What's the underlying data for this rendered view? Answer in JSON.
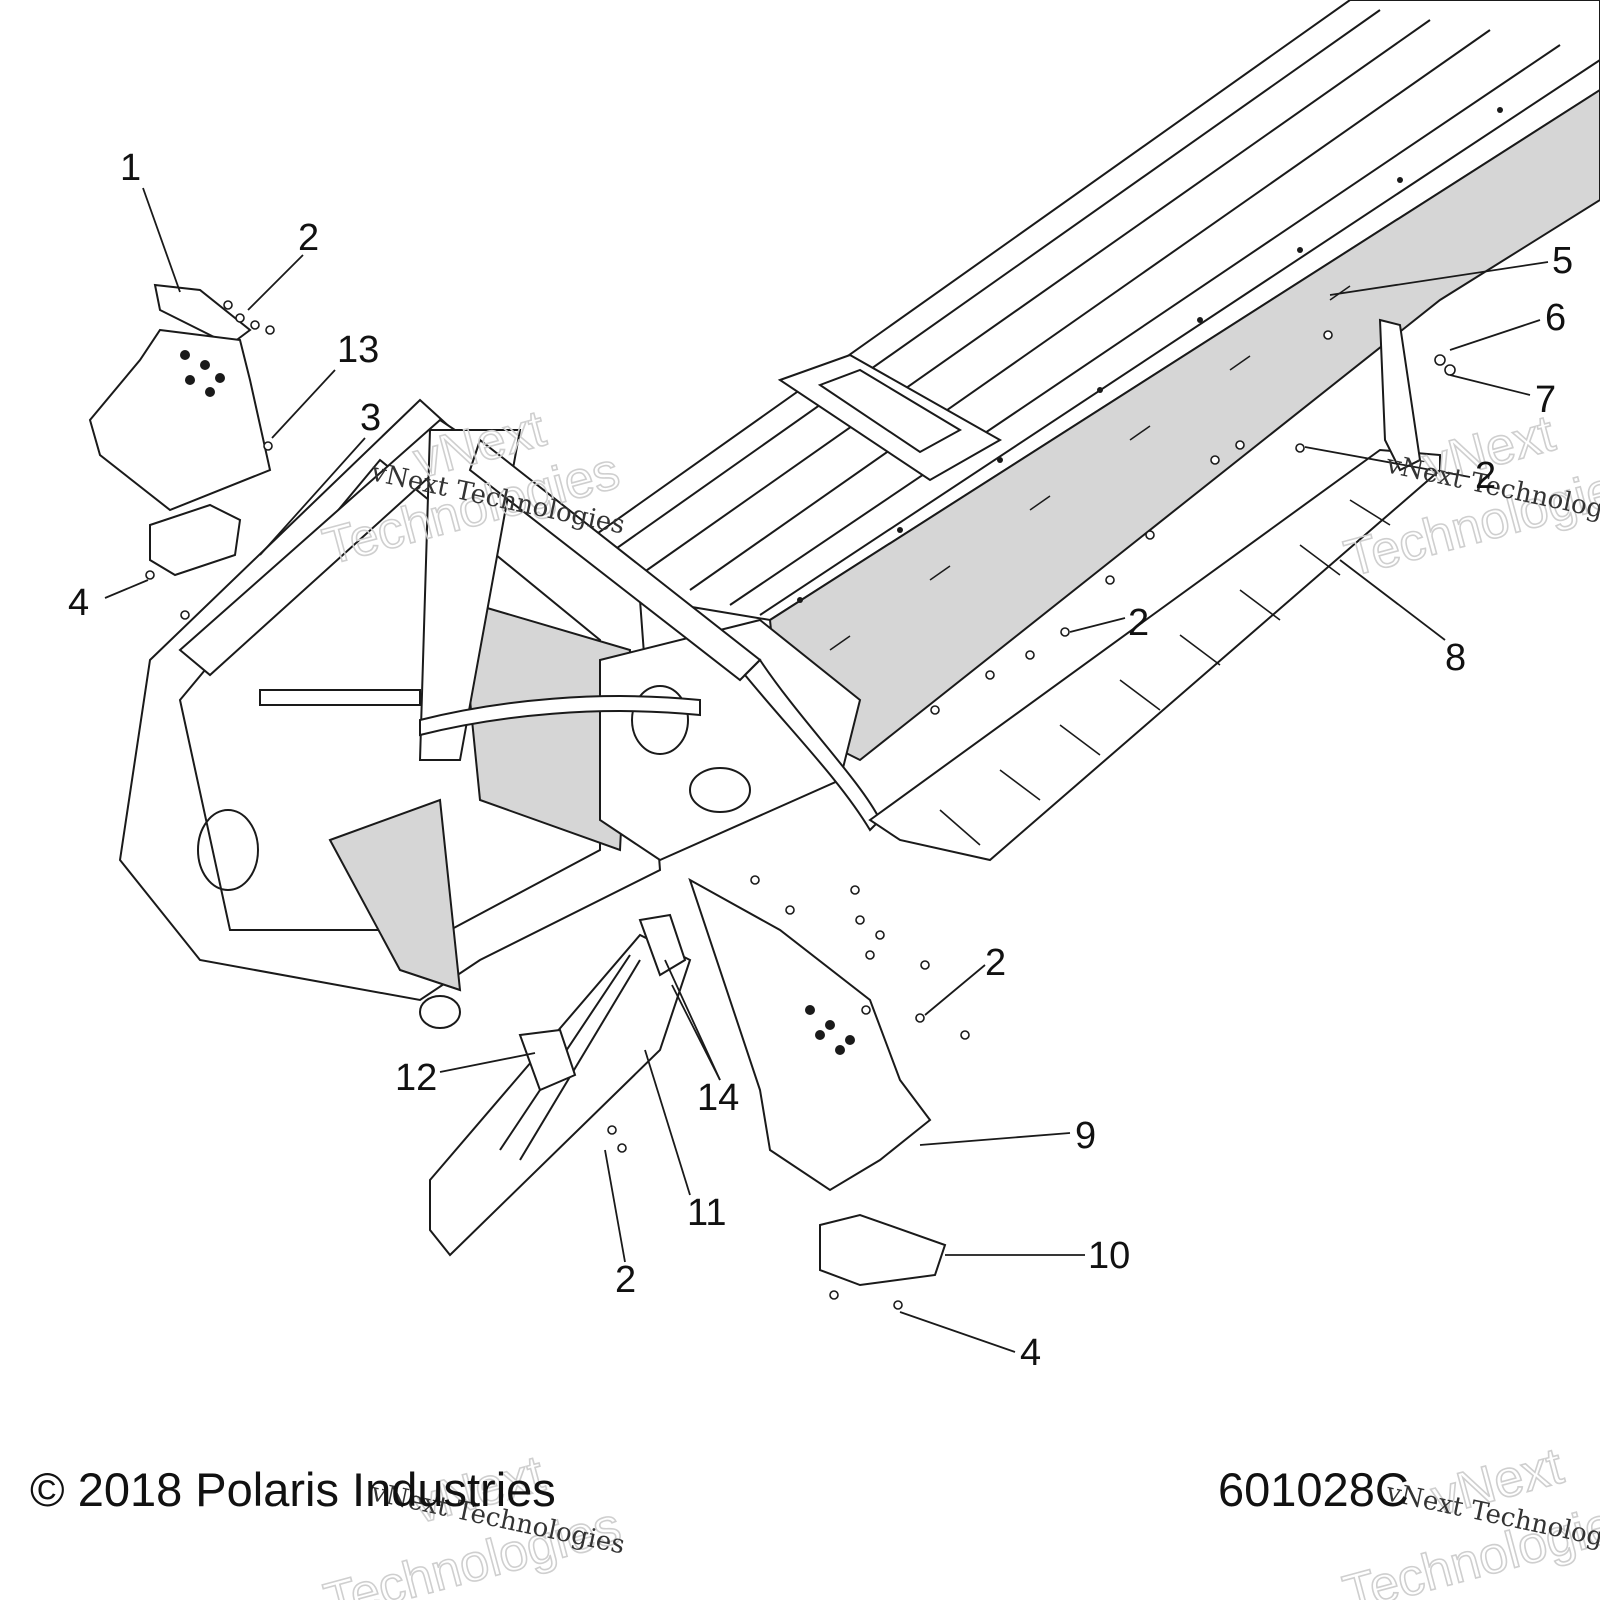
{
  "callouts": [
    {
      "label": "1"
    },
    {
      "label": "2"
    },
    {
      "label": "13"
    },
    {
      "label": "3"
    },
    {
      "label": "4"
    },
    {
      "label": "5"
    },
    {
      "label": "6"
    },
    {
      "label": "7"
    },
    {
      "label": "2"
    },
    {
      "label": "2"
    },
    {
      "label": "8"
    },
    {
      "label": "2"
    },
    {
      "label": "12"
    },
    {
      "label": "14"
    },
    {
      "label": "9"
    },
    {
      "label": "11"
    },
    {
      "label": "2"
    },
    {
      "label": "10"
    },
    {
      "label": "4"
    }
  ],
  "footer": {
    "copyright": "© 2018 Polaris Industries",
    "diagram_id": "601028C"
  },
  "watermark": {
    "small_text": "vNext Technologies",
    "big_line1": "vNext",
    "big_line2": "Technologies"
  },
  "colors": {
    "line": "#1a1a1a",
    "panel_fill": "#d6d6d6",
    "background": "#ffffff"
  }
}
